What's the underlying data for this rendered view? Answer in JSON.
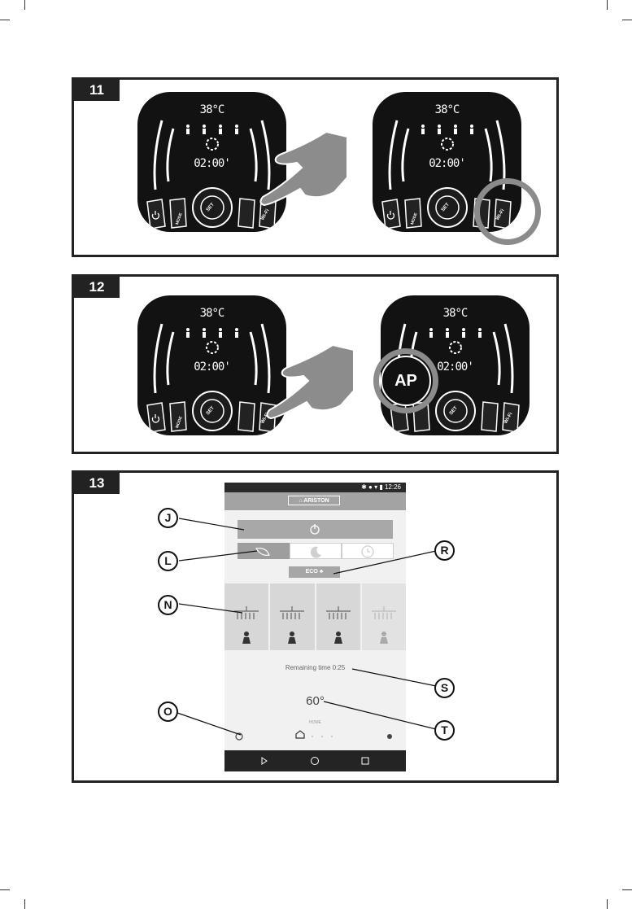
{
  "steps": [
    {
      "number": "11",
      "device_a": {
        "temp": "38°C",
        "time": "02:00'"
      },
      "device_b": {
        "temp": "38°C",
        "time": "02:00'"
      }
    },
    {
      "number": "12",
      "device_a": {
        "temp": "38°C",
        "time": "02:00'"
      },
      "device_b": {
        "temp": "38°C",
        "time": "02:00'",
        "badge": "AP"
      }
    },
    {
      "number": "13"
    }
  ],
  "device_labels": {
    "mode": "MODE",
    "set": "SET",
    "wifi": "Wi-Fi"
  },
  "app": {
    "status_time": "12:26",
    "logo": "ARISTON",
    "eco_label": "ECO",
    "remaining": "Remaining time 0:25",
    "temperature": "60°",
    "home_label": "HOME"
  },
  "callouts": {
    "J": "J",
    "L": "L",
    "N": "N",
    "O": "O",
    "R": "R",
    "S": "S",
    "T": "T"
  }
}
